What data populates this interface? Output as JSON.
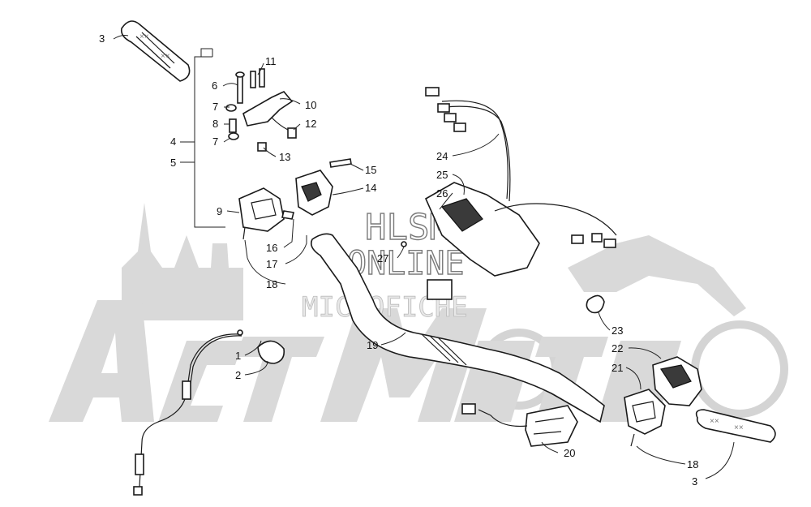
{
  "watermark": {
    "brand": "AcтMoтo",
    "line1": "HLSM",
    "line2": "ONLINE",
    "line3": "MICROFICHE"
  },
  "callouts": [
    {
      "id": "c3a",
      "text": "3"
    },
    {
      "id": "c11",
      "text": "11"
    },
    {
      "id": "c6",
      "text": "6"
    },
    {
      "id": "c10",
      "text": "10"
    },
    {
      "id": "c7a",
      "text": "7"
    },
    {
      "id": "c8",
      "text": "8"
    },
    {
      "id": "c12",
      "text": "12"
    },
    {
      "id": "c4",
      "text": "4"
    },
    {
      "id": "c7b",
      "text": "7"
    },
    {
      "id": "c13",
      "text": "13"
    },
    {
      "id": "c5",
      "text": "5"
    },
    {
      "id": "c15",
      "text": "15"
    },
    {
      "id": "c14",
      "text": "14"
    },
    {
      "id": "c9",
      "text": "9"
    },
    {
      "id": "c16",
      "text": "16"
    },
    {
      "id": "c17",
      "text": "17"
    },
    {
      "id": "c18a",
      "text": "18"
    },
    {
      "id": "c24",
      "text": "24"
    },
    {
      "id": "c25",
      "text": "25"
    },
    {
      "id": "c26",
      "text": "26"
    },
    {
      "id": "c27",
      "text": "27"
    },
    {
      "id": "c19",
      "text": "19"
    },
    {
      "id": "c23",
      "text": "23"
    },
    {
      "id": "c22",
      "text": "22"
    },
    {
      "id": "c21",
      "text": "21"
    },
    {
      "id": "c1",
      "text": "1"
    },
    {
      "id": "c2",
      "text": "2"
    },
    {
      "id": "c20",
      "text": "20"
    },
    {
      "id": "c18b",
      "text": "18"
    },
    {
      "id": "c3b",
      "text": "3"
    }
  ]
}
